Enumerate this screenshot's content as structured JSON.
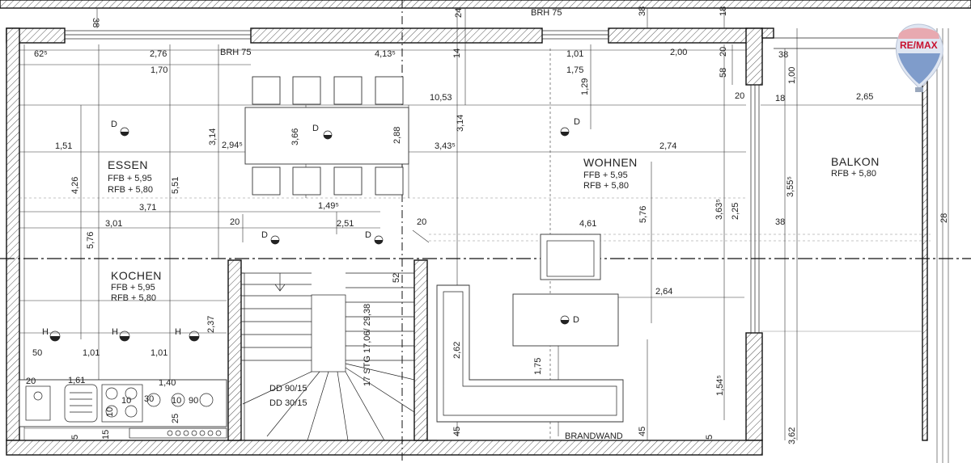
{
  "rooms": {
    "essen": {
      "name": "ESSEN",
      "ffb": "FFB + 5,95",
      "rfb": "RFB + 5,80"
    },
    "kochen": {
      "name": "KOCHEN",
      "ffb": "FFB + 5,95",
      "rfb": "RFB + 5,80"
    },
    "wohnen": {
      "name": "WOHNEN",
      "ffb": "FFB + 5,95",
      "rfb": "RFB + 5,80"
    },
    "balkon": {
      "name": "BALKON",
      "rfb": "RFB + 5,80"
    }
  },
  "labels": {
    "brh_top": "BRH 75",
    "brh_left": "BRH 75",
    "stair": "17 STG 17,06/ 29,38",
    "dd1": "DD 90/15",
    "dd2": "DD 30/15",
    "brandwand": "BRANDWAND",
    "logo": "RE/MAX"
  },
  "symbols": {
    "d": "D",
    "h": "H"
  },
  "dimensions": {
    "d_38a": "38",
    "d_24": "24",
    "d_38b": "38",
    "d_18": "18",
    "d_62": "62⁵",
    "d_276": "2,76",
    "d_4135": "4,13⁵",
    "d_14": "14",
    "d_101a": "1,01",
    "d_200": "2,00",
    "d_20a": "20",
    "d_38c": "38",
    "d_170": "1,70",
    "d_175a": "1,75",
    "d_58": "58",
    "d_100": "1,00",
    "d_129": "1,29",
    "d_1053": "10,53",
    "d_20b": "20",
    "d_18b": "18",
    "d_265": "2,65",
    "d_314a": "3,14",
    "d_314b": "3,14",
    "d_366": "3,66",
    "d_288": "2,88",
    "d_151": "1,51",
    "d_2945": "2,94⁵",
    "d_3435": "3,43⁵",
    "d_274": "2,74",
    "d_426": "4,26",
    "d_551": "5,51",
    "d_3555": "3,55⁵",
    "d_371": "3,71",
    "d_149": "1,49⁵",
    "d_3635": "3,63⁵",
    "d_225": "2,25",
    "d_576a": "5,76",
    "d_301": "3,01",
    "d_20c": "20",
    "d_251": "2,51",
    "d_20d": "20",
    "d_461": "4,61",
    "d_38d": "38",
    "d_28": "28",
    "d_576b": "5,76",
    "d_52": "52",
    "d_264": "2,64",
    "d_237": "2,37",
    "d_50": "50",
    "d_101b": "1,01",
    "d_101c": "1,01",
    "d_262": "2,62",
    "d_175b": "1,75",
    "d_20e": "20",
    "d_161": "1,61",
    "d_140": "1,40",
    "d_1545": "1,54⁵",
    "d_10a": "10",
    "d_30": "30",
    "d_10b": "10",
    "d_90": "90",
    "d_10c": "10",
    "d_25": "25",
    "d_5a": "5",
    "d_15": "15",
    "d_45a": "45",
    "d_45b": "45",
    "d_5b": "5",
    "d_362": "3,62"
  }
}
